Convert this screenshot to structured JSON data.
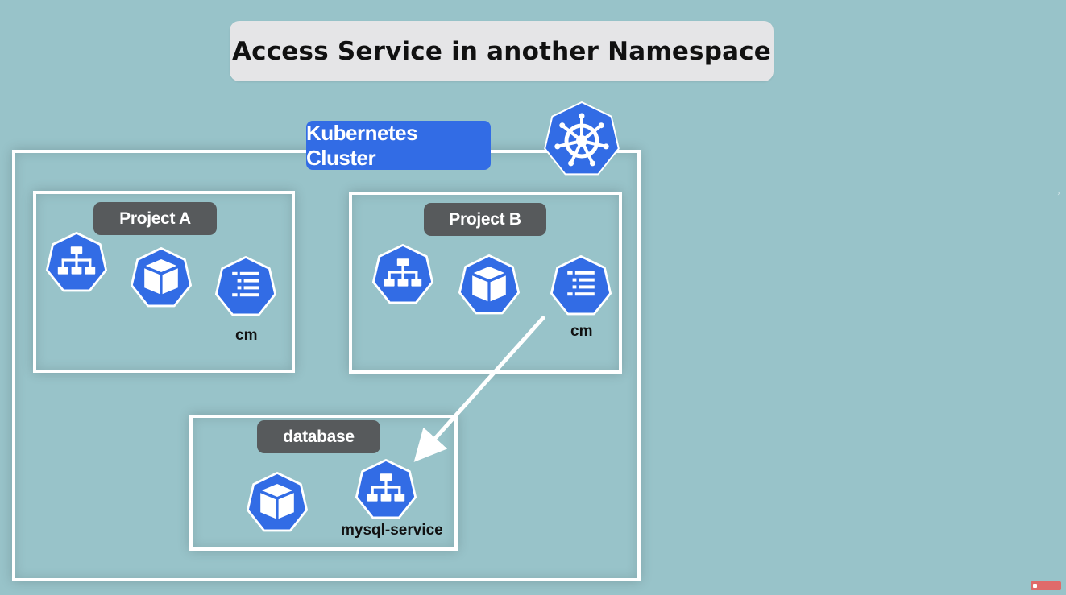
{
  "title": "Access Service in another Namespace",
  "cluster": {
    "label": "Kubernetes Cluster",
    "logo_icon": "kubernetes-helm-icon"
  },
  "namespaces": {
    "project_a": {
      "label": "Project A",
      "configmap_caption": "cm"
    },
    "project_b": {
      "label": "Project B",
      "configmap_caption": "cm"
    },
    "database": {
      "label": "database",
      "service_caption": "mysql-service"
    }
  },
  "icons": {
    "service": "service-icon",
    "pod": "pod-cube-icon",
    "configmap": "configmap-icon"
  },
  "colors": {
    "background": "#98c3c9",
    "kubernetes_blue": "#326ce5",
    "namespace_label": "#575a5c",
    "frame": "#ffffff"
  }
}
